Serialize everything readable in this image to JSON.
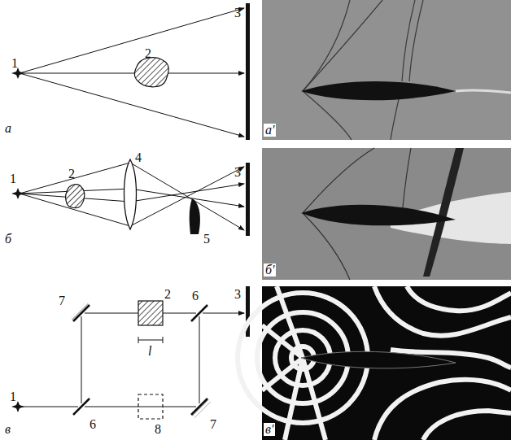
{
  "diagram": {
    "labels": [
      "1",
      "2",
      "3",
      "а",
      "1",
      "2",
      "4",
      "3",
      "5",
      "б",
      "7",
      "2",
      "6",
      "3",
      "l",
      "1",
      "6",
      "8",
      "7",
      "в",
      "а'",
      "б'",
      "в'"
    ]
  }
}
